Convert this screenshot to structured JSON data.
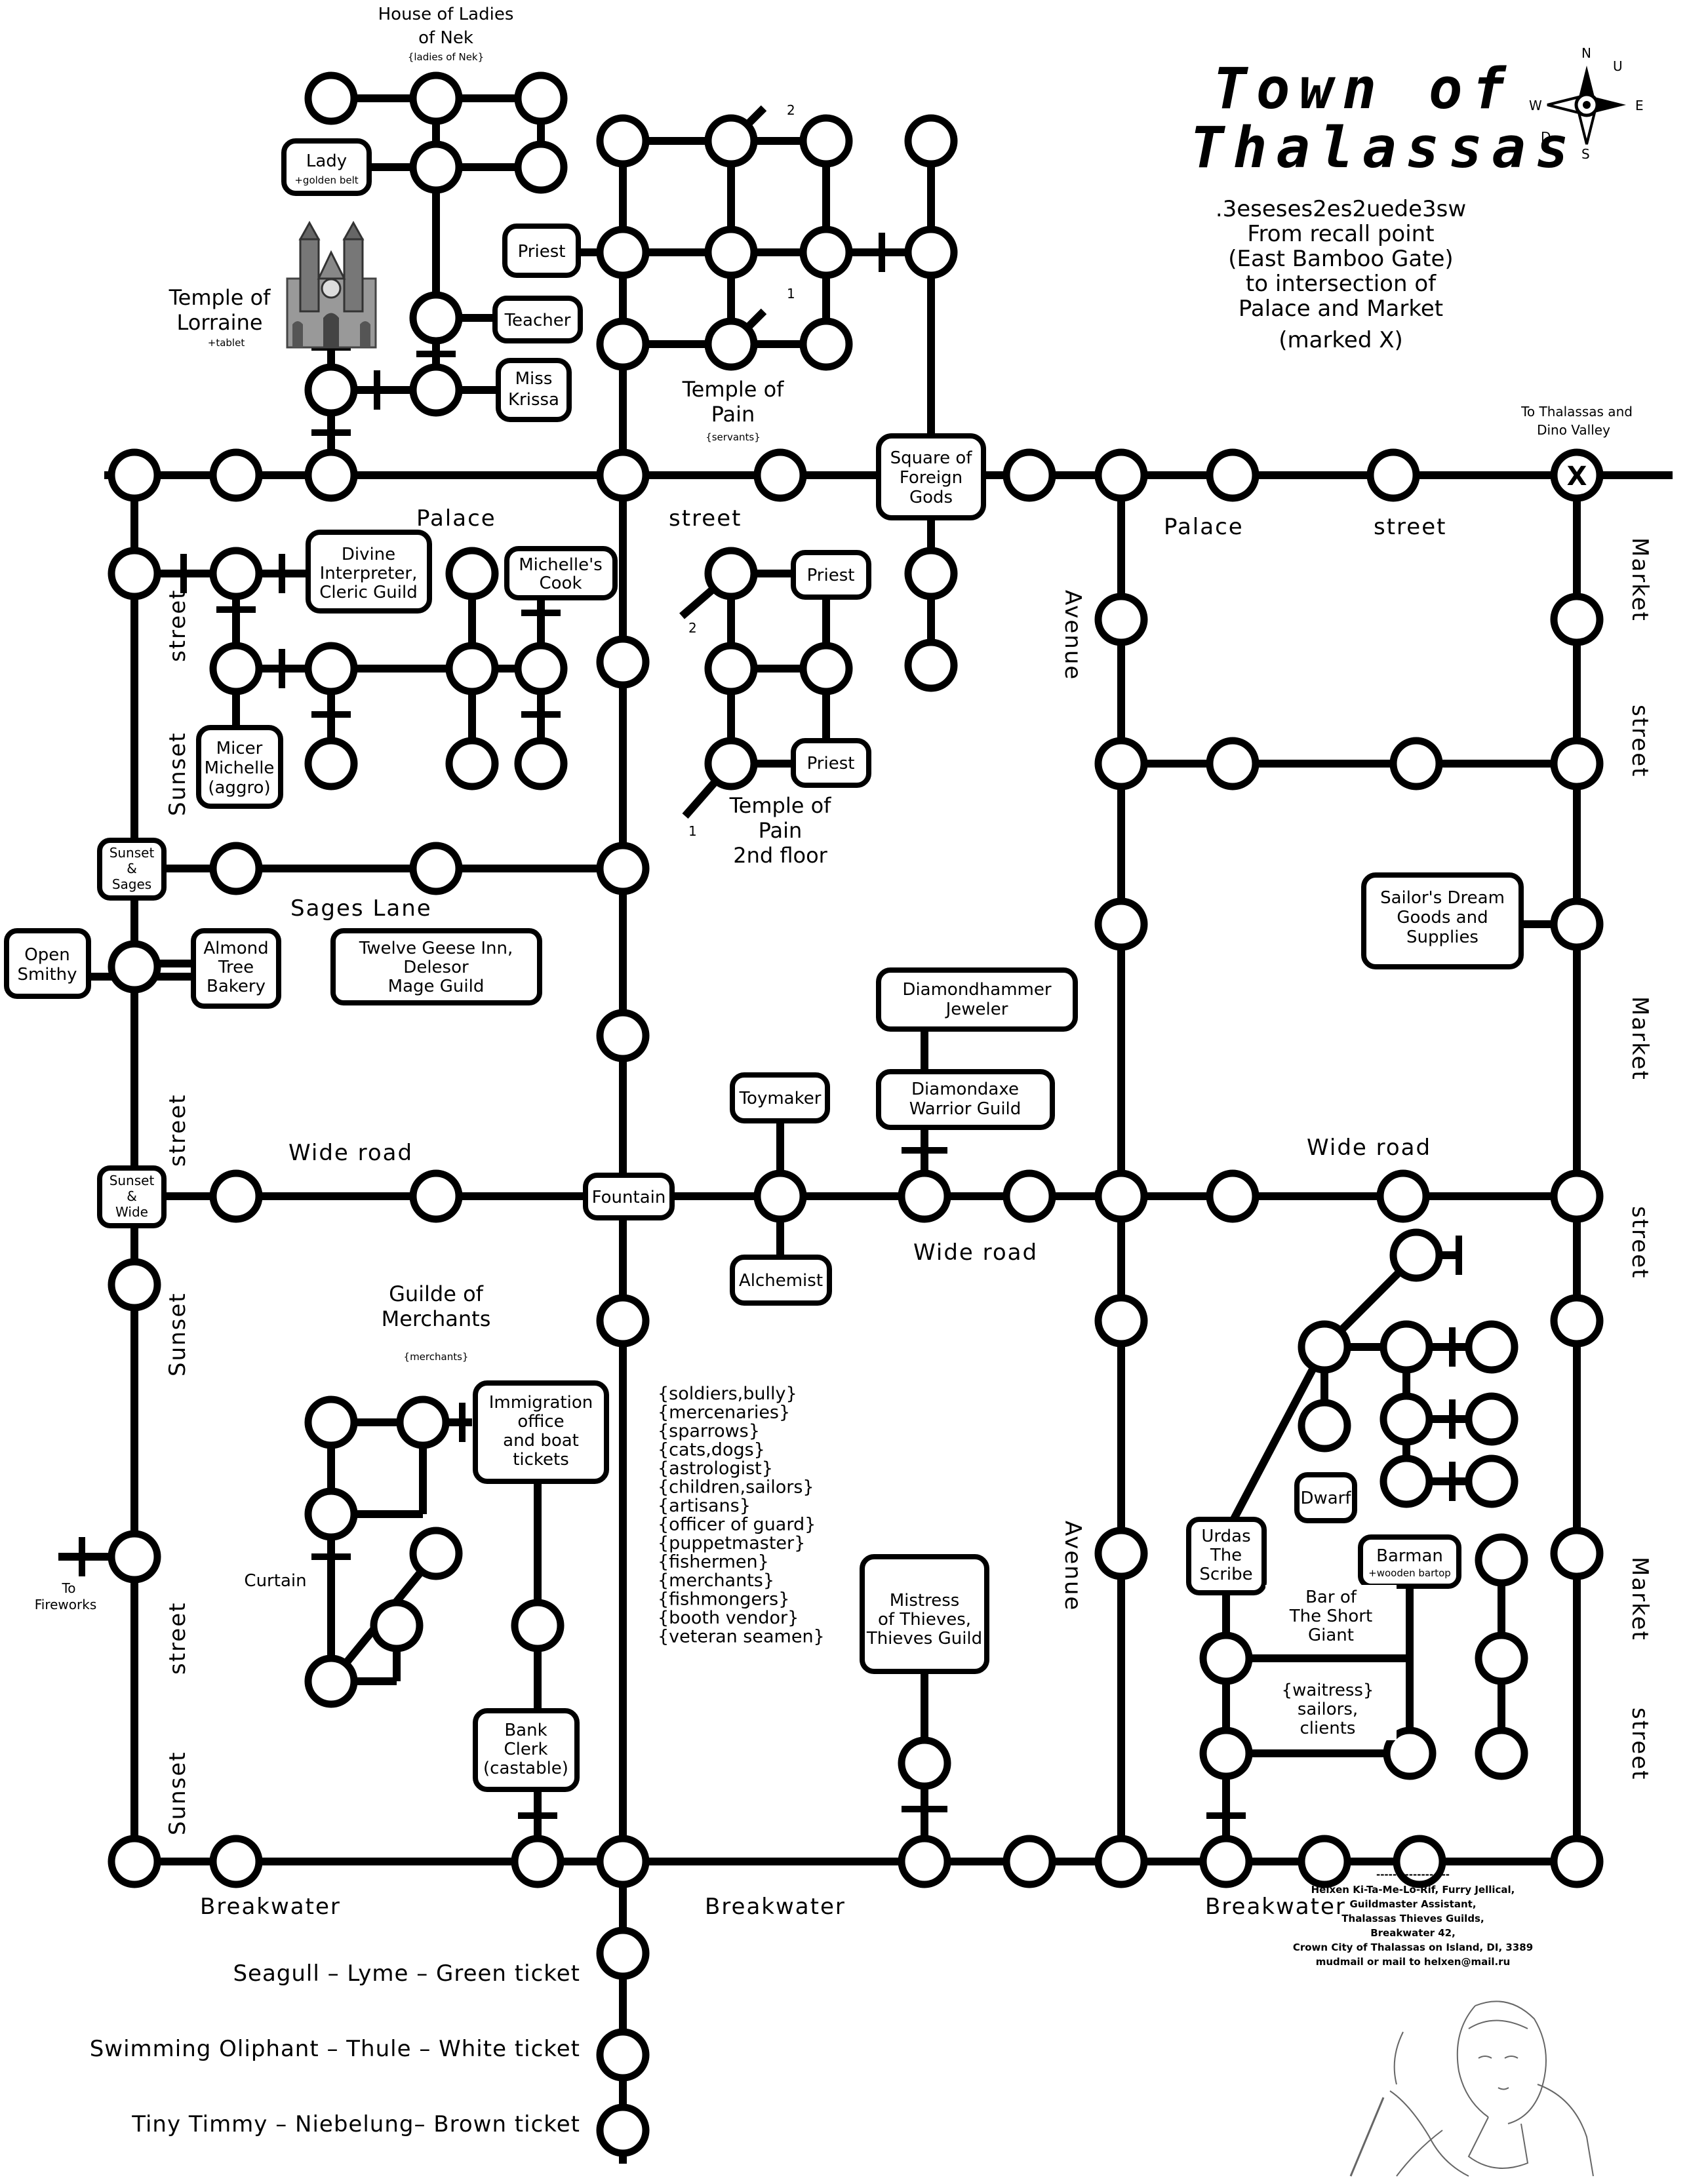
{
  "title": {
    "line1": "Town of",
    "line2": "Thalassas"
  },
  "compass": {
    "n": "N",
    "u": "U",
    "w": "W",
    "e": "E",
    "d": "D",
    "s": "S"
  },
  "directions": {
    "path": ".3eseses2es2uede3sw",
    "line1": "From recall point",
    "line2": "(East Bamboo Gate)",
    "line3": "to intersection of",
    "line4": "Palace and Market",
    "line5": "(marked X)"
  },
  "exit_label": {
    "line1": "To Thalassas and",
    "line2": "Dino Valley"
  },
  "x_marker": "X",
  "streets": {
    "palace_w": "Palace",
    "palace_street_w": "street",
    "palace_e": "Palace",
    "palace_street_e": "street",
    "sunset_street_1": "street",
    "sunset_1": "Sunset",
    "sunset_street_2": "street",
    "sunset_2": "Sunset",
    "sunset_street_3": "street",
    "sunset_3": "Sunset",
    "sages_lane": "Sages Lane",
    "wide_road_w": "Wide road",
    "wide_road_mid": "Wide road",
    "wide_road_e": "Wide road",
    "avenue_1": "Avenue",
    "avenue_2": "Avenue",
    "market_1": "Market",
    "market_street_1": "street",
    "market_2": "Market",
    "market_street_2": "street",
    "market_3": "Market",
    "market_street_3": "street",
    "breakwater_1": "Breakwater",
    "breakwater_2": "Breakwater",
    "breakwater_3": "Breakwater"
  },
  "places": {
    "house_ladies": {
      "line1": "House of Ladies",
      "line2": "of Nek",
      "note": "{ladies of Nek}"
    },
    "lady": {
      "line1": "Lady",
      "line2": "+golden belt"
    },
    "temple_lorraine": {
      "line1": "Temple of",
      "line2": "Lorraine",
      "note": "+tablet"
    },
    "teacher": "Teacher",
    "miss_krissa": {
      "line1": "Miss",
      "line2": "Krissa"
    },
    "priest_top": "Priest",
    "temple_pain": {
      "line1": "Temple of",
      "line2": "Pain",
      "note": "{servants}"
    },
    "square_foreign": {
      "line1": "Square of",
      "line2": "Foreign",
      "line3": "Gods"
    },
    "divine_interpreter": {
      "line1": "Divine",
      "line2": "Interpreter,",
      "line3": "Cleric Guild"
    },
    "michelles_cook": {
      "line1": "Michelle's",
      "line2": "Cook"
    },
    "micer_michelle": {
      "line1": "Micer",
      "line2": "Michelle",
      "line3": "(aggro)"
    },
    "priest_2a": "Priest",
    "priest_2b": "Priest",
    "temple_pain_2": {
      "line1": "Temple of",
      "line2": "Pain",
      "line3": "2nd floor"
    },
    "sunset_sages": {
      "line1": "Sunset",
      "line2": "&",
      "line3": "Sages"
    },
    "open_smithy": {
      "line1": "Open",
      "line2": "Smithy"
    },
    "almond_bakery": {
      "line1": "Almond",
      "line2": "Tree",
      "line3": "Bakery"
    },
    "twelve_geese": {
      "line1": "Twelve Geese Inn,",
      "line2": "Delesor",
      "line3": "Mage Guild"
    },
    "sailors_dream": {
      "line1": "Sailor's Dream",
      "line2": "Goods and",
      "line3": "Supplies"
    },
    "diamondhammer": {
      "line1": "Diamondhammer",
      "line2": "Jeweler"
    },
    "diamondaxe": {
      "line1": "Diamondaxe",
      "line2": "Warrior Guild"
    },
    "toymaker": "Toymaker",
    "alchemist": "Alchemist",
    "fountain": "Fountain",
    "sunset_wide": {
      "line1": "Sunset",
      "line2": "&",
      "line3": "Wide"
    },
    "guilde_merchants": {
      "line1": "Guilde of",
      "line2": "Merchants",
      "note": "{merchants}"
    },
    "immigration": {
      "line1": "Immigration",
      "line2": "office",
      "line3": "and boat",
      "line4": "tickets"
    },
    "curtain": "Curtain",
    "bank_clerk": {
      "line1": "Bank",
      "line2": "Clerk",
      "line3": "(castable)"
    },
    "to_fireworks": {
      "line1": "To",
      "line2": "Fireworks"
    },
    "mistress": {
      "line1": "Mistress",
      "line2": "of Thieves,",
      "line3": "Thieves Guild"
    },
    "dwarf": "Dwarf",
    "urdas": {
      "line1": "Urdas",
      "line2": "The",
      "line3": "Scribe"
    },
    "barman": {
      "line1": "Barman",
      "line2": "+wooden bartop"
    },
    "bar_short_giant": {
      "line1": "Bar of",
      "line2": "The Short",
      "line3": "Giant"
    },
    "waitress": {
      "line1": "{waitress}",
      "line2": "sailors,",
      "line3": "clients"
    }
  },
  "street_mobs": [
    "{soldiers,bully}",
    "{mercenaries}",
    "{sparrows}",
    "{cats,dogs}",
    "{astrologist}",
    "{children,sailors}",
    "{artisans}",
    "{officer of guard}",
    "{puppetmaster}",
    "{fishermen}",
    "{merchants}",
    "{fishmongers}",
    "{booth vendor}",
    "{veteran seamen}"
  ],
  "stair_labels": {
    "up_top": "2",
    "down_top": "1",
    "up_2nd": "2",
    "down_2nd": "1"
  },
  "tickets": [
    "Seagull  –  Lyme  –  Green ticket",
    "Swimming Oliphant  –  Thule  –  White ticket",
    "Tiny Timmy  –  Niebelung–  Brown ticket"
  ],
  "credits": {
    "rule": "------------------",
    "line1": "Helxen Ki-Ta-Me-Lo-Rif, Furry Jellical,",
    "line2": "Guildmaster Assistant,",
    "line3": "Thalassas Thieves Guilds,",
    "line4": "Breakwater 42,",
    "line5": "Crown City of Thalassas on Island, DI, 3389",
    "line6": "mudmail or mail to helxen@mail.ru"
  },
  "icons": {
    "compass": "compass-rose-icon",
    "cathedral": "cathedral-icon",
    "portrait": "character-portrait-icon"
  }
}
